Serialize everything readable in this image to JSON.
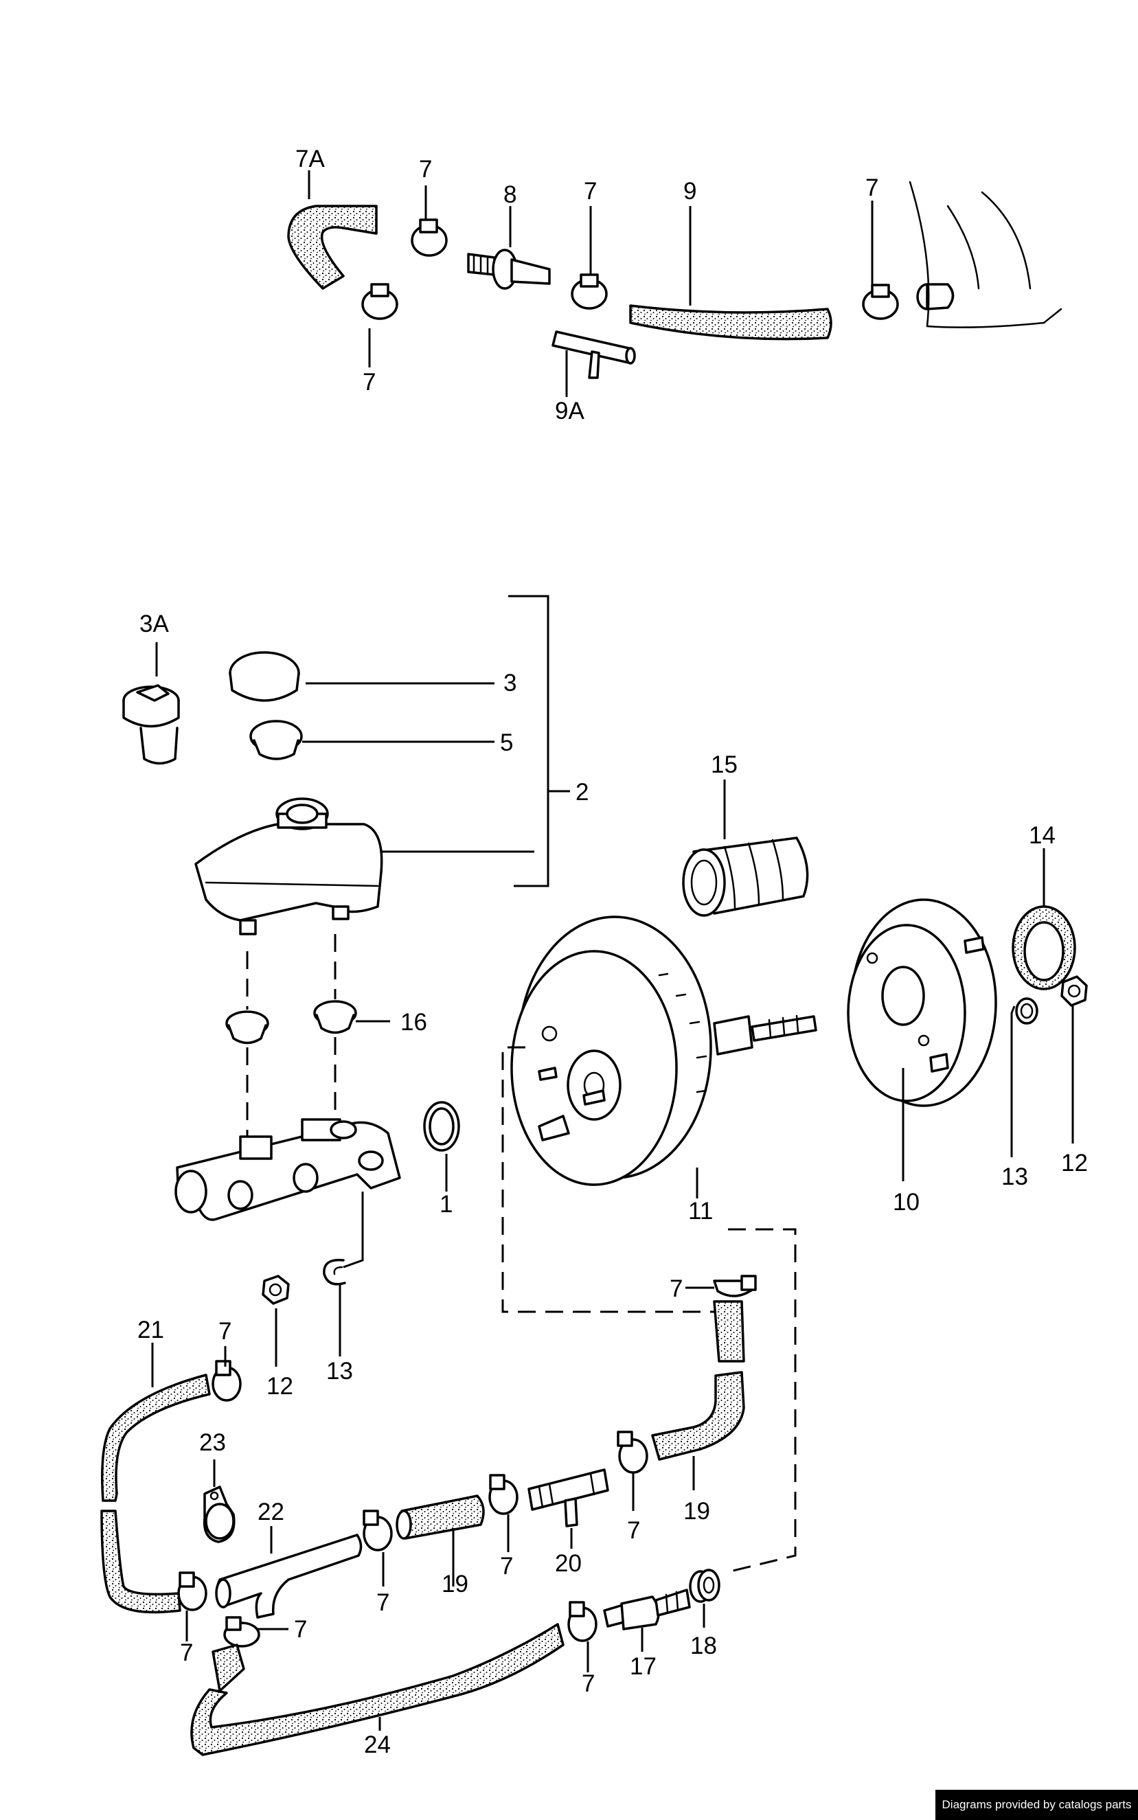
{
  "labels": {
    "l7A": "7A",
    "l7a": "7",
    "l7b": "7",
    "l8": "8",
    "l7c": "7",
    "l9": "9",
    "l7d": "7",
    "l9A": "9A",
    "l3A": "3A",
    "l3": "3",
    "l5": "5",
    "l2": "2",
    "l15": "15",
    "l14": "14",
    "l16": "16",
    "l1": "1",
    "l11": "11",
    "l10": "10",
    "l13a": "13",
    "l12a": "12",
    "l7e": "7",
    "l12b": "12",
    "l13b": "13",
    "l21": "21",
    "l7f": "7",
    "l23": "23",
    "l22": "22",
    "l7g": "7",
    "l19a": "19",
    "l7h": "7",
    "l20": "20",
    "l7i": "7",
    "l19b": "19",
    "l7j": "7",
    "l7k": "7",
    "l7l": "7",
    "l17": "17",
    "l18": "18",
    "l24": "24"
  },
  "footer": {
    "text": "Diagrams provided by catalogs parts"
  }
}
